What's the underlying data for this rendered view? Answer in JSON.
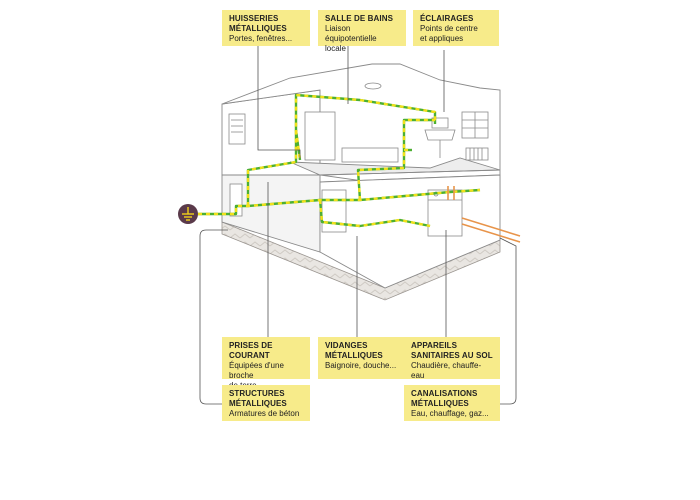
{
  "labels": {
    "huisseries": {
      "title": "HUISSERIES\nMÉTALLIQUES",
      "subtitle": "Portes, fenêtres..."
    },
    "salle_de_bains": {
      "title": "SALLE DE BAINS",
      "subtitle": "Liaison équipotentielle\nlocale"
    },
    "eclairages": {
      "title": "ÉCLAIRAGES",
      "subtitle": "Points de centre\net appliques"
    },
    "prises": {
      "title": "PRISES DE COURANT",
      "subtitle": "Équipées d'une broche\nde terre"
    },
    "vidanges": {
      "title": "VIDANGES\nMÉTALLIQUES",
      "subtitle": "Baignoire, douche..."
    },
    "appareils": {
      "title": "APPAREILS\nSANITAIRES AU SOL",
      "subtitle": "Chaudière, chauffe-eau"
    },
    "structures": {
      "title": "STRUCTURES\nMÉTALLIQUES",
      "subtitle": "Armatures de béton"
    },
    "canalisations": {
      "title": "CANALISATIONS\nMÉTALLIQUES",
      "subtitle": "Eau, chauffage, gaz..."
    }
  },
  "colors": {
    "label_bg": "#f7eb8a",
    "label_accent": "#f2d21a",
    "earth_wire_green": "#4caf32",
    "earth_wire_yellow": "#f2e11a",
    "ground_symbol": "#5a3a4a",
    "pipe_orange": "#e8944a"
  },
  "icons": [
    "earth-ground-icon"
  ]
}
